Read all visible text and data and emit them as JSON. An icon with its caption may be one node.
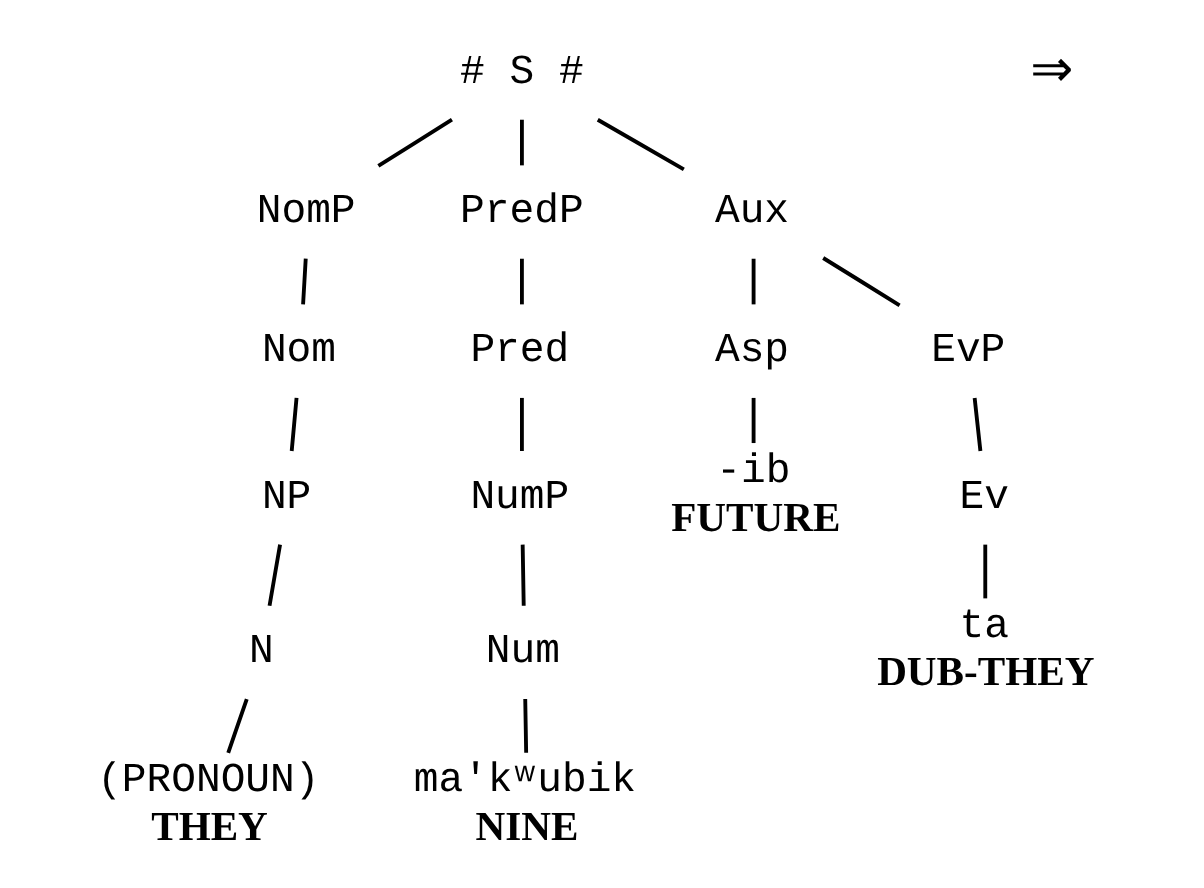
{
  "diagram": {
    "nodes": [
      {
        "text": [
          "# S #"
        ]
      },
      {
        "text": [
          "NomP"
        ]
      },
      {
        "text": [
          "Nom"
        ]
      },
      {
        "text": [
          "NP"
        ]
      },
      {
        "text": [
          "N"
        ]
      },
      {
        "text": [
          "(PRONOUN)"
        ],
        "beside": [
          "THEY"
        ]
      },
      {
        "text": [
          "PredP"
        ]
      },
      {
        "text": [
          "Pred"
        ]
      },
      {
        "text": [
          "NumP"
        ]
      },
      {
        "text": [
          "Num"
        ]
      },
      {
        "text": [
          "ma'kʷubik"
        ],
        "beside": [
          "NINE"
        ]
      },
      {
        "text": [
          "Aux"
        ]
      },
      {
        "text": [
          "Asp"
        ]
      },
      {
        "text": [
          "-ib"
        ],
        "beside": [
          "FUTURE"
        ]
      },
      {
        "text": [
          "EvP"
        ]
      },
      {
        "text": [
          "Ev"
        ]
      },
      {
        "text": [
          "ta"
        ],
        "beside": [
          "DUB-THEY"
        ]
      }
    ],
    "edges": [
      {
        "from": 0,
        "to": 1,
        "arrow": "none"
      },
      {
        "from": 0,
        "to": 6,
        "arrow": "none"
      },
      {
        "from": 0,
        "to": 11,
        "arrow": "none"
      },
      {
        "from": 1,
        "to": 2,
        "arrow": "none"
      },
      {
        "from": 2,
        "to": 3,
        "arrow": "none"
      },
      {
        "from": 3,
        "to": 4,
        "arrow": "none"
      },
      {
        "from": 4,
        "to": 5,
        "arrow": "none"
      },
      {
        "from": 6,
        "to": 7,
        "arrow": "none"
      },
      {
        "from": 7,
        "to": 8,
        "arrow": "none"
      },
      {
        "from": 8,
        "to": 9,
        "arrow": "none"
      },
      {
        "from": 9,
        "to": 10,
        "arrow": "none"
      },
      {
        "from": 11,
        "to": 12,
        "arrow": "none"
      },
      {
        "from": 11,
        "to": 14,
        "arrow": "none"
      },
      {
        "from": 12,
        "to": 13,
        "arrow": "none"
      },
      {
        "from": 14,
        "to": 15,
        "arrow": "none"
      },
      {
        "from": 15,
        "to": 16,
        "arrow": "none"
      }
    ],
    "labels": [
      "⇒"
    ]
  }
}
